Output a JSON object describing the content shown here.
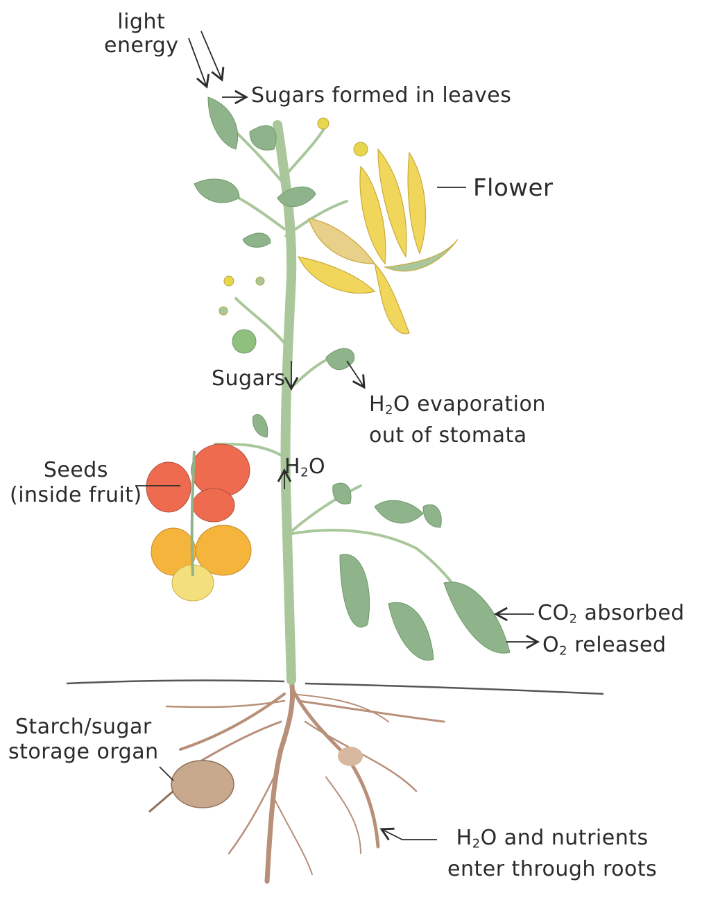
{
  "labels": {
    "light_energy": "light\nenergy",
    "sugars_formed": "Sugars formed in leaves",
    "flower": "Flower",
    "sugars": "Sugars",
    "h2o_evap_pre": "H",
    "h2o_evap_sub": "2",
    "h2o_evap_post": "O evaporation",
    "h2o_evap_line2": "out of stomata",
    "seeds_line1": "Seeds",
    "seeds_line2": "(inside fruit)",
    "h2o_stem_pre": "H",
    "h2o_stem_sub": "2",
    "h2o_stem_post": "O",
    "co2_pre": "CO",
    "co2_sub": "2",
    "co2_post": " absorbed",
    "o2_pre": "O",
    "o2_sub": "2",
    "o2_post": " released",
    "starch_line1": "Starch/sugar",
    "starch_line2": "storage organ",
    "roots_pre": "H",
    "roots_sub": "2",
    "roots_post": "O and nutrients",
    "roots_line2": "enter through roots"
  },
  "colors": {
    "stem": "#a9c79a",
    "leaf": "#8fb38a",
    "flower": "#f0d65a",
    "tomato_red": "#ee6b4f",
    "tomato_orange": "#f5b43c",
    "tomato_yellow": "#f3df7c",
    "green_fruit": "#8fc07d",
    "root": "#b88f78",
    "soil_line": "#555555",
    "ink": "#2a2a2a"
  }
}
